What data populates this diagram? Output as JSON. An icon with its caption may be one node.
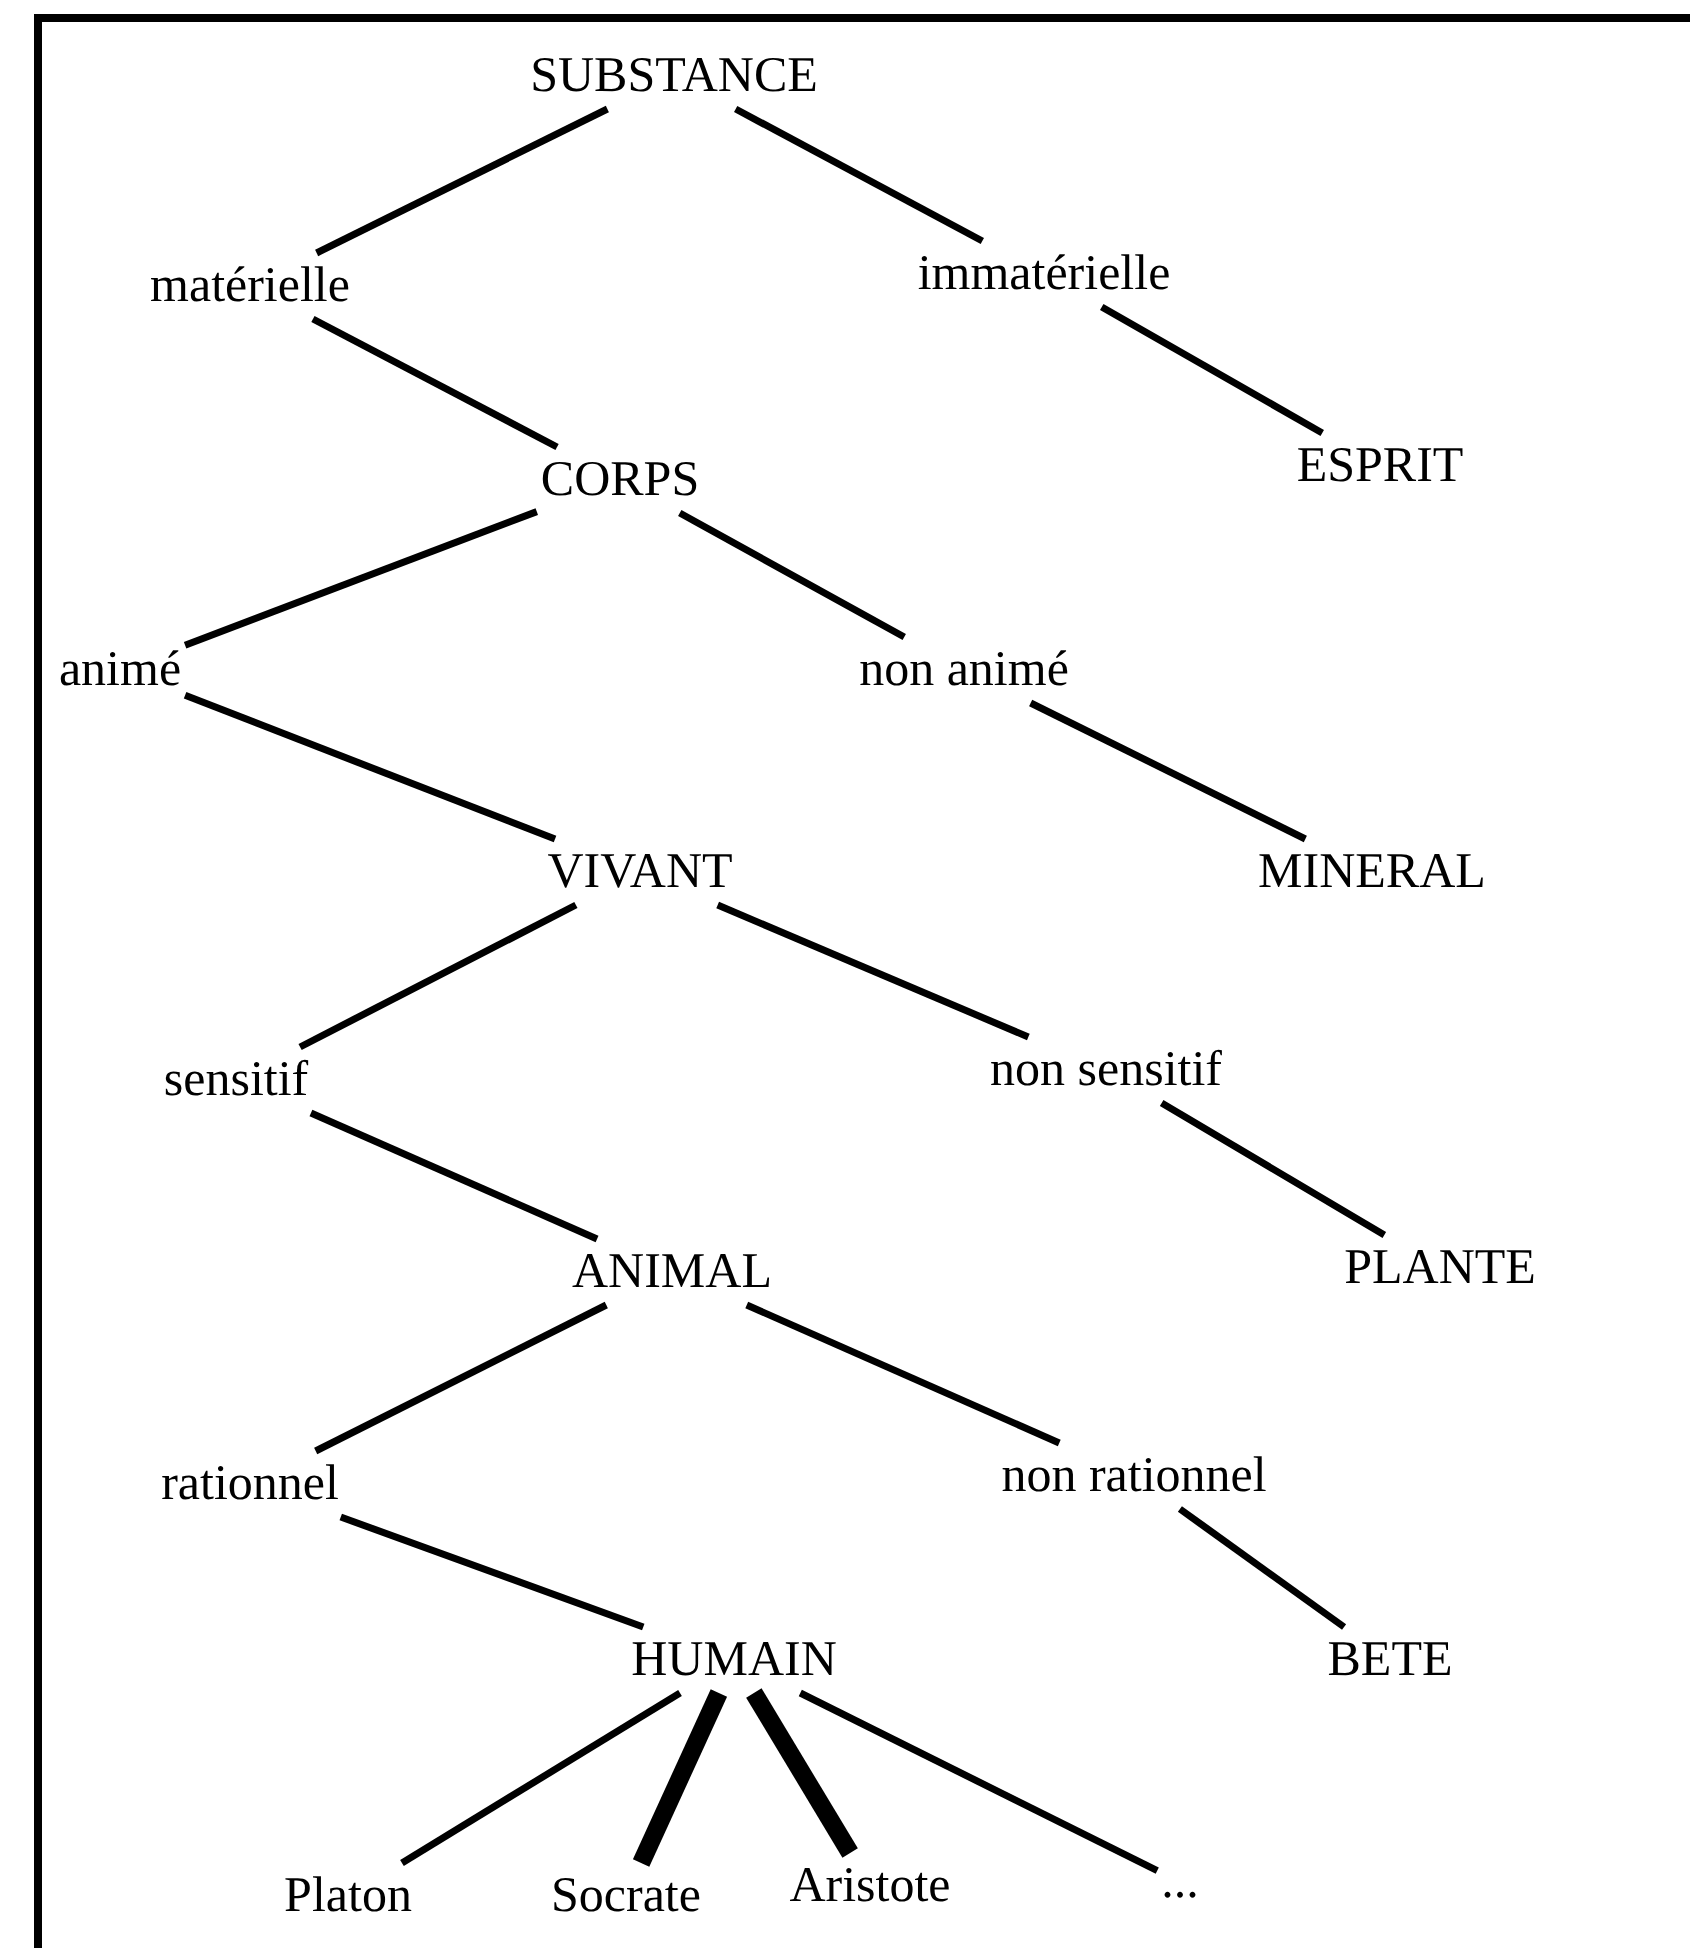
{
  "diagram": {
    "nodes": [
      {
        "text": [
          "SUBSTANCE"
        ]
      },
      {
        "text": [
          "matérielle"
        ]
      },
      {
        "text": [
          "immatérielle"
        ]
      },
      {
        "text": [
          "ESPRIT"
        ]
      },
      {
        "text": [
          "CORPS"
        ]
      },
      {
        "text": [
          "animé"
        ]
      },
      {
        "text": [
          "non animé"
        ]
      },
      {
        "text": [
          "MINERAL"
        ]
      },
      {
        "text": [
          "VIVANT"
        ]
      },
      {
        "text": [
          "sensitif"
        ]
      },
      {
        "text": [
          "non sensitif"
        ]
      },
      {
        "text": [
          "PLANTE"
        ]
      },
      {
        "text": [
          "ANIMAL"
        ]
      },
      {
        "text": [
          "rationnel"
        ]
      },
      {
        "text": [
          "non rationnel"
        ]
      },
      {
        "text": [
          "BETE"
        ]
      },
      {
        "text": [
          "HUMAIN"
        ]
      },
      {
        "text": [
          "Platon"
        ]
      },
      {
        "text": [
          "Socrate"
        ]
      },
      {
        "text": [
          "Aristote"
        ]
      },
      {
        "text": [
          "..."
        ]
      }
    ],
    "edges": [
      {
        "from": 0,
        "to": 1,
        "arrow": "none"
      },
      {
        "from": 0,
        "to": 2,
        "arrow": "none"
      },
      {
        "from": 1,
        "to": 4,
        "arrow": "none"
      },
      {
        "from": 2,
        "to": 3,
        "arrow": "none"
      },
      {
        "from": 4,
        "to": 5,
        "arrow": "none"
      },
      {
        "from": 4,
        "to": 6,
        "arrow": "none"
      },
      {
        "from": 5,
        "to": 8,
        "arrow": "none"
      },
      {
        "from": 6,
        "to": 7,
        "arrow": "none"
      },
      {
        "from": 8,
        "to": 9,
        "arrow": "none"
      },
      {
        "from": 8,
        "to": 10,
        "arrow": "none"
      },
      {
        "from": 9,
        "to": 12,
        "arrow": "none"
      },
      {
        "from": 10,
        "to": 11,
        "arrow": "none"
      },
      {
        "from": 12,
        "to": 13,
        "arrow": "none"
      },
      {
        "from": 12,
        "to": 14,
        "arrow": "none"
      },
      {
        "from": 13,
        "to": 16,
        "arrow": "none"
      },
      {
        "from": 14,
        "to": 15,
        "arrow": "none"
      },
      {
        "from": 16,
        "to": 17,
        "arrow": "none"
      },
      {
        "from": 16,
        "to": 18,
        "arrow": "none",
        "style": "thick"
      },
      {
        "from": 16,
        "to": 19,
        "arrow": "none",
        "style": "thick"
      },
      {
        "from": 16,
        "to": 20,
        "arrow": "none"
      }
    ]
  }
}
